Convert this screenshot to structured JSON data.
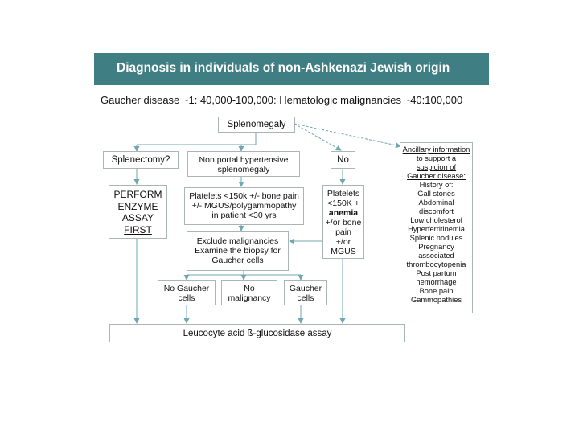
{
  "title": "Diagnosis in individuals of non-Ashkenazi Jewish origin",
  "subtitle": "Gaucher disease ~1: 40,000-100,000: Hematologic malignancies ~40:100,000",
  "nodes": {
    "splenomegaly": "Splenomegaly",
    "splenectomy": "Splenectomy?",
    "non_portal": [
      "Non portal hypertensive",
      "splenomegaly"
    ],
    "no": "No",
    "perform": [
      "PERFORM",
      "ENZYME",
      "ASSAY",
      "FIRST"
    ],
    "platelets_left": [
      "Platelets <150k +/- bone pain",
      "+/- MGUS/polygammopathy",
      "in patient <30 yrs"
    ],
    "platelets_right": [
      "Platelets",
      "<150K +",
      "anemia",
      "+/or bone",
      "pain",
      "+/or MGUS"
    ],
    "exclude": [
      "Exclude malignancies",
      "Examine the biopsy for",
      "Gaucher cells"
    ],
    "no_gaucher": [
      "No Gaucher",
      "cells"
    ],
    "no_malignancy": [
      "No",
      "malignancy"
    ],
    "gaucher_cells": [
      "Gaucher",
      "cells"
    ],
    "assay": "Leucocyte acid ß-glucosidase assay",
    "ancillary": {
      "heading": [
        "Ancillary information",
        "to support a",
        "suspicion of",
        "Gaucher disease:"
      ],
      "items": [
        "History of:",
        "Gall stones",
        "Abdominal",
        "discomfort",
        "Low cholesterol",
        "Hyperferritinemia",
        "Splenic nodules",
        "Pregnancy",
        "associated",
        "thrombocytopenia",
        "Post partum",
        "hemorrhage",
        "Bone pain",
        "Gammopathies"
      ]
    }
  },
  "colors": {
    "title_bar": "#3f7f83",
    "box_border": "#aab6b6",
    "arrow": "#6fa7b0"
  }
}
